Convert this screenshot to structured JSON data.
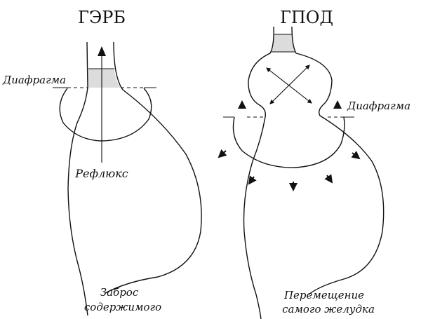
{
  "gerd": {
    "title": "ГЭРБ",
    "diaphragm_label": "Диафрагма",
    "reflux_label": "Рефлюкс",
    "caption_line1": "Заброс",
    "caption_line2": "содержимого"
  },
  "hiatal_hernia": {
    "title": "ГПОД",
    "diaphragm_label": "Диафрагма",
    "caption_line1": "Перемещение",
    "caption_line2": "самого желудка"
  },
  "colors": {
    "shade": "#dcdcdc",
    "ink": "#111111"
  }
}
